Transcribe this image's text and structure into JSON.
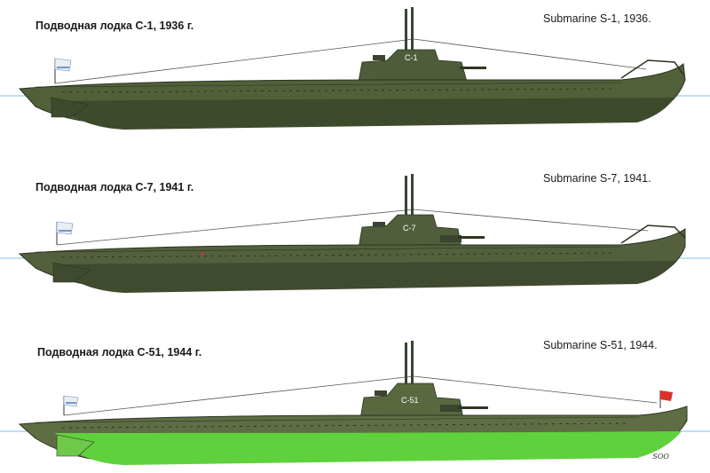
{
  "plates": [
    {
      "title_ru": "Подводная лодка С-1, 1936 г.",
      "title_en": "Submarine S-1, 1936.",
      "tower_mark": "C-1",
      "colors": {
        "hull_upper": "#52603a",
        "hull_lower": "#3d4a2c",
        "deck": "#5b6a40"
      }
    },
    {
      "title_ru": "Подводная лодка С-7, 1941 г.",
      "title_en": "Submarine S-7, 1941.",
      "tower_mark": "C-7",
      "colors": {
        "hull_upper": "#54603d",
        "hull_lower": "#404a2f",
        "deck": "#5e6b44"
      }
    },
    {
      "title_ru": "Подводная лодка С-51, 1944 г.",
      "title_en": "Submarine S-51, 1944.",
      "tower_mark": "C-51",
      "colors": {
        "hull_upper": "#5f6d45",
        "hull_lower": "#5fd13c",
        "deck": "#6b7a4d"
      }
    }
  ],
  "signature": "SOO"
}
